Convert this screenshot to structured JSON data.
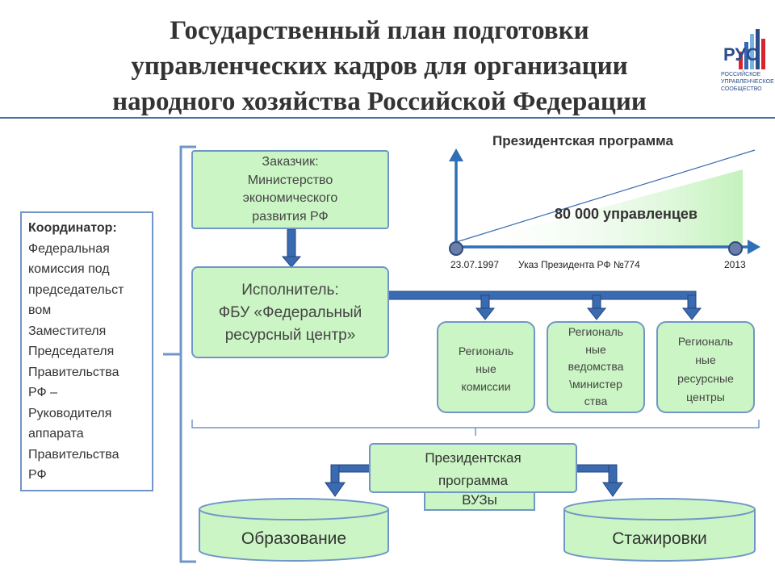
{
  "header": {
    "title_lines": [
      "Государственный план подготовки",
      "управленческих кадров для организации",
      "народного хозяйства Российской Федерации"
    ],
    "logo": {
      "name": "РУС",
      "subtitle_lines": [
        "РОССИЙСКОЕ",
        "УПРАВЛЕНЧЕСКОЕ",
        "СООБЩЕСТВО"
      ]
    }
  },
  "coordinator": {
    "title": "Координатор:",
    "lines": [
      "Федеральная",
      "комиссия под",
      "председательст",
      "вом",
      "Заместителя",
      "Председателя",
      "Правительства",
      "РФ –",
      "Руководителя",
      "аппарата",
      "Правительства",
      "РФ"
    ]
  },
  "customer": {
    "lines": [
      "Заказчик:",
      "Министерство",
      "экономического",
      "развития РФ"
    ]
  },
  "executor": {
    "lines": [
      "Исполнитель:",
      "ФБУ «Федеральный",
      "ресурсный центр»"
    ]
  },
  "regional": [
    {
      "lines": [
        "Региональ",
        "ные",
        "комиссии"
      ]
    },
    {
      "lines": [
        "Региональ",
        "ные",
        "ведомства",
        "\\министер",
        "ства"
      ]
    },
    {
      "lines": [
        "Региональ",
        "ные",
        "ресурсные",
        "центры"
      ]
    }
  ],
  "program_box": {
    "lines": [
      "Президентская",
      "программа"
    ]
  },
  "vuzy": "ВУЗы",
  "education": "Образование",
  "internships": "Стажировки",
  "graph": {
    "title": "Президентская программа",
    "value_label": "80 000 управленцев",
    "start_date": "23.07.1997",
    "decree": "Указ Президента РФ №774",
    "end_year": "2013"
  },
  "colors": {
    "box_fill": "#cbf5c4",
    "box_border": "#7096c8",
    "arrow": "#3a6ab0",
    "axis": "#2e6fb5"
  }
}
